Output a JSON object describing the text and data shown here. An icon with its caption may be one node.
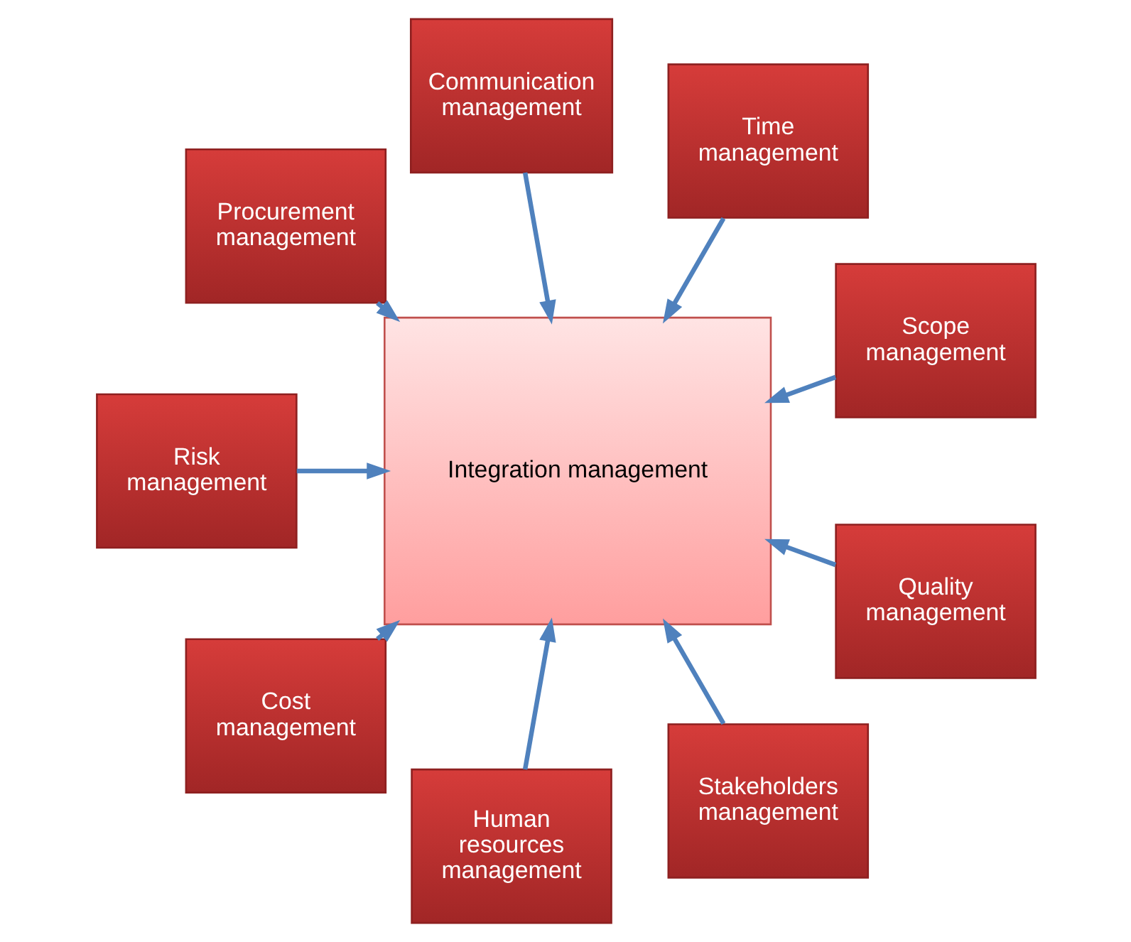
{
  "diagram": {
    "nodes": [
      {
        "text": [
          "Communication management"
        ]
      },
      {
        "text": [
          "Time management"
        ]
      },
      {
        "text": [
          "Procurement management"
        ]
      },
      {
        "text": [
          "Integration management"
        ]
      },
      {
        "text": [
          "Scope management"
        ]
      },
      {
        "text": [
          "Risk management"
        ]
      },
      {
        "text": [
          "Quality management"
        ]
      },
      {
        "text": [
          "Cost management"
        ]
      },
      {
        "text": [
          "Human resources management"
        ]
      },
      {
        "text": [
          "Stakeholders management"
        ]
      }
    ],
    "edges": [
      {
        "from": 4,
        "to": 3,
        "arrow": "to"
      },
      {
        "from": 1,
        "to": 3,
        "arrow": "to"
      },
      {
        "from": 0,
        "to": 3,
        "arrow": "to"
      },
      {
        "from": 2,
        "to": 3,
        "arrow": "to"
      },
      {
        "from": 5,
        "to": 3,
        "arrow": "to"
      },
      {
        "from": 7,
        "to": 3,
        "arrow": "to"
      },
      {
        "from": 8,
        "to": 3,
        "arrow": "to"
      },
      {
        "from": 9,
        "to": 3,
        "arrow": "to"
      },
      {
        "from": 6,
        "to": 3,
        "arrow": "to"
      }
    ]
  }
}
